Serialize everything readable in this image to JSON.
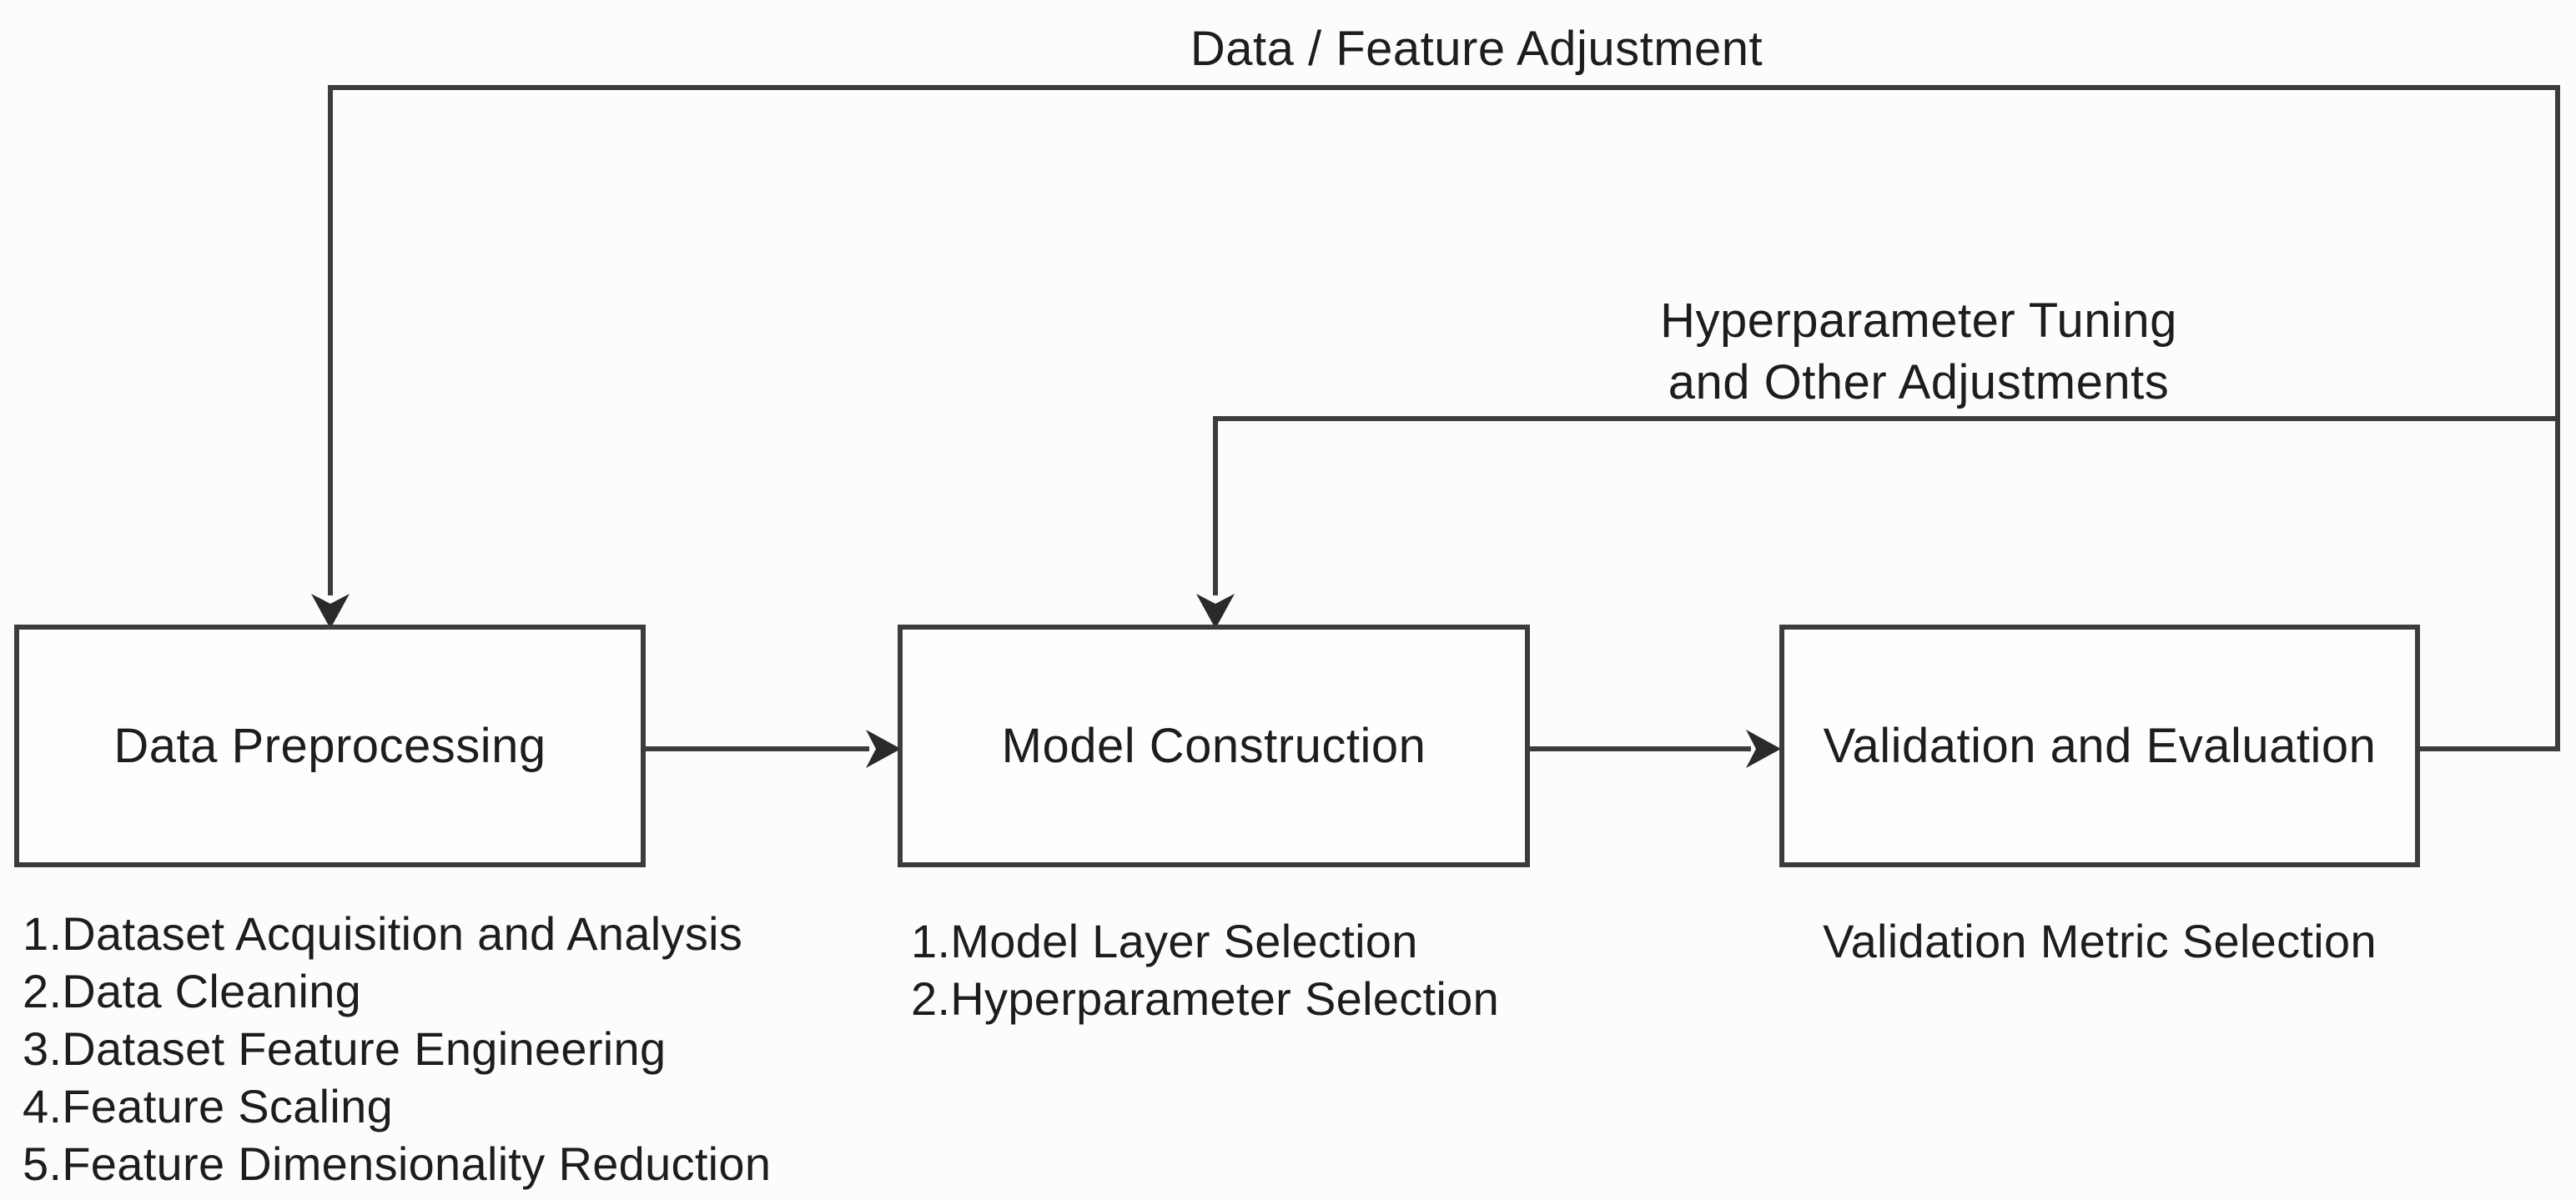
{
  "labels": {
    "top_feedback": "Data / Feature Adjustment",
    "mid_feedback_line1": "Hyperparameter Tuning",
    "mid_feedback_line2": "and Other Adjustments"
  },
  "boxes": [
    {
      "label": "Data Preprocessing",
      "details": [
        "1.Dataset Acquisition and Analysis",
        "2.Data Cleaning",
        "3.Dataset Feature Engineering",
        "4.Feature Scaling",
        "5.Feature Dimensionality Reduction"
      ]
    },
    {
      "label": "Model Construction",
      "details": [
        "1.Model Layer Selection",
        "2.Hyperparameter Selection"
      ]
    },
    {
      "label": "Validation and Evaluation",
      "details": [
        "Validation Metric Selection"
      ]
    }
  ],
  "colors": {
    "line": "#3c3c3c",
    "text": "#1d1d1d",
    "background": "#fcfcfc"
  }
}
